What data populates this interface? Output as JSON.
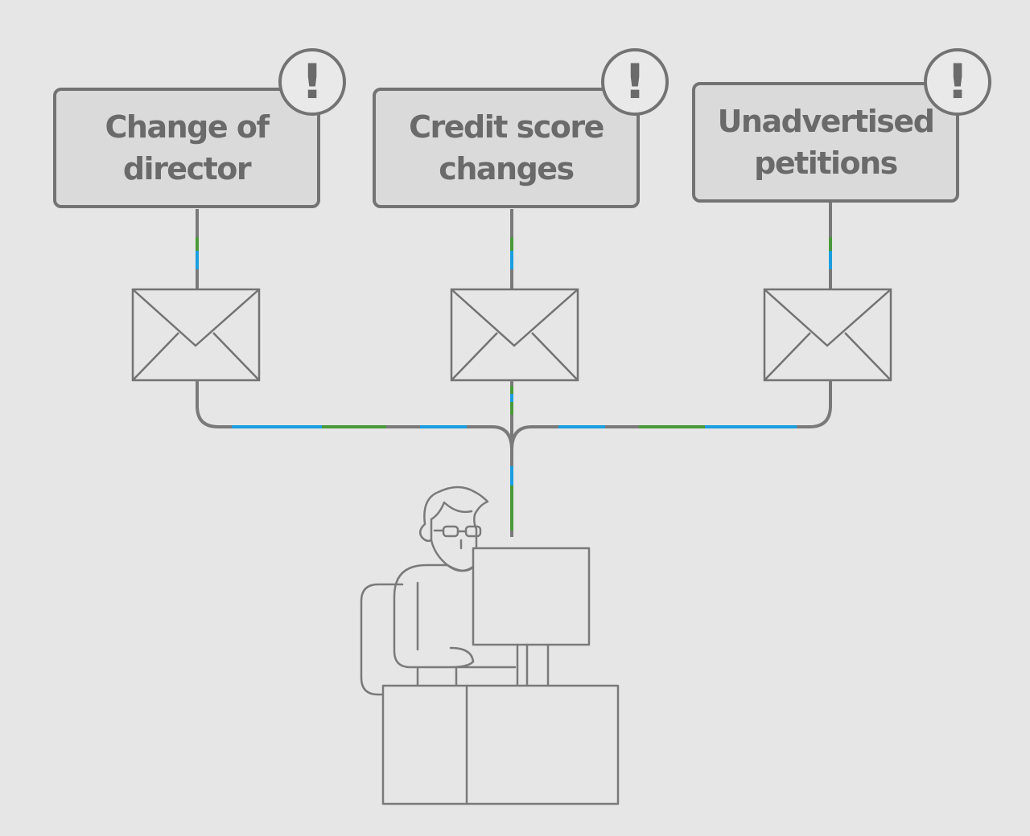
{
  "alerts": [
    {
      "label": "Change of\ndirector",
      "badge": "!",
      "icon": "exclamation-icon"
    },
    {
      "label": "Credit score\nchanges",
      "badge": "!",
      "icon": "exclamation-icon"
    },
    {
      "label": "Unadvertised\npetitions",
      "badge": "!",
      "icon": "exclamation-icon"
    }
  ],
  "colors": {
    "background": "#e6e6e6",
    "line": "#7a7a7a",
    "box_fill": "#dadadb",
    "box_border": "#737373",
    "text": "#6a6a6a",
    "accent_green": "#4a9a3a",
    "accent_blue": "#1a9ee0"
  },
  "icons": {
    "envelope": "envelope-icon",
    "person": "person-at-computer-icon"
  }
}
